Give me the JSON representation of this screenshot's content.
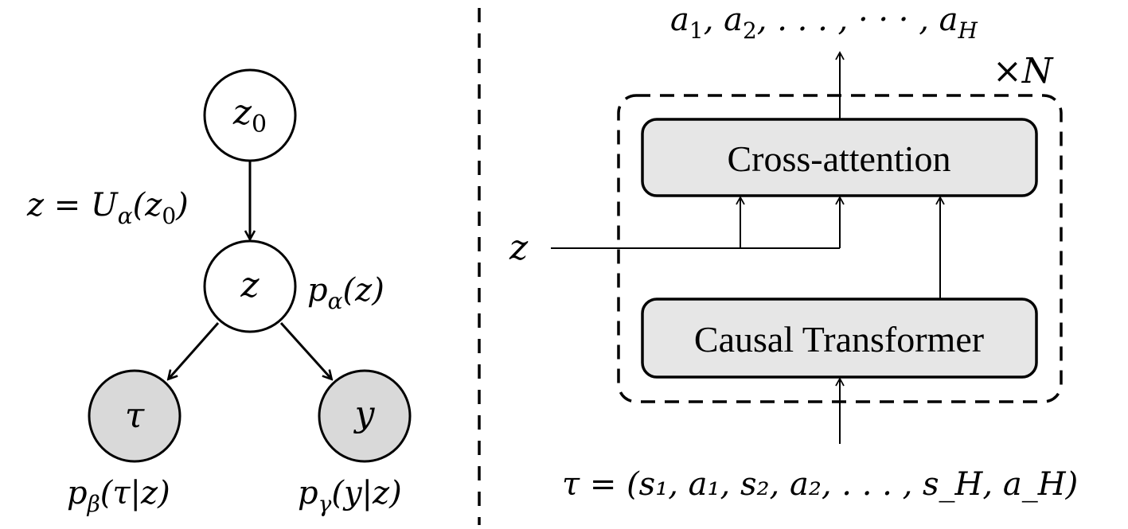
{
  "left_graph": {
    "nodes": {
      "z0": {
        "label": "z",
        "sub": "0",
        "fill": "#ffffff"
      },
      "z": {
        "label": "z",
        "fill": "#ffffff"
      },
      "tau": {
        "label": "τ",
        "fill": "#d9d9d9"
      },
      "y": {
        "label": "y",
        "fill": "#d9d9d9"
      }
    },
    "edge_label": {
      "pre": "z = U",
      "sub": "α",
      "post": "(z",
      "sub2": "0",
      "end": ")"
    },
    "prior_label": {
      "pre": "p",
      "sub": "α",
      "post": "(z)"
    },
    "tau_label": {
      "pre": "p",
      "sub": "β",
      "post": "(τ|z)"
    },
    "y_label": {
      "pre": "p",
      "sub": "γ",
      "post": "(y|z)"
    }
  },
  "right_diagram": {
    "output_label": {
      "a": "a",
      "s1": "1",
      "comma1": ", a",
      "s2": "2",
      "dots": ", . . . , · · · , a",
      "sH": "H"
    },
    "repeat_label": "×N",
    "cross_attention_label": "Cross-attention",
    "causal_transformer_label": "Causal Transformer",
    "z_input_label": "z",
    "input_label": "τ = (s₁, a₁, s₂, a₂, . . . , s_H, a_H)",
    "box_fill": "#e6e6e6"
  }
}
